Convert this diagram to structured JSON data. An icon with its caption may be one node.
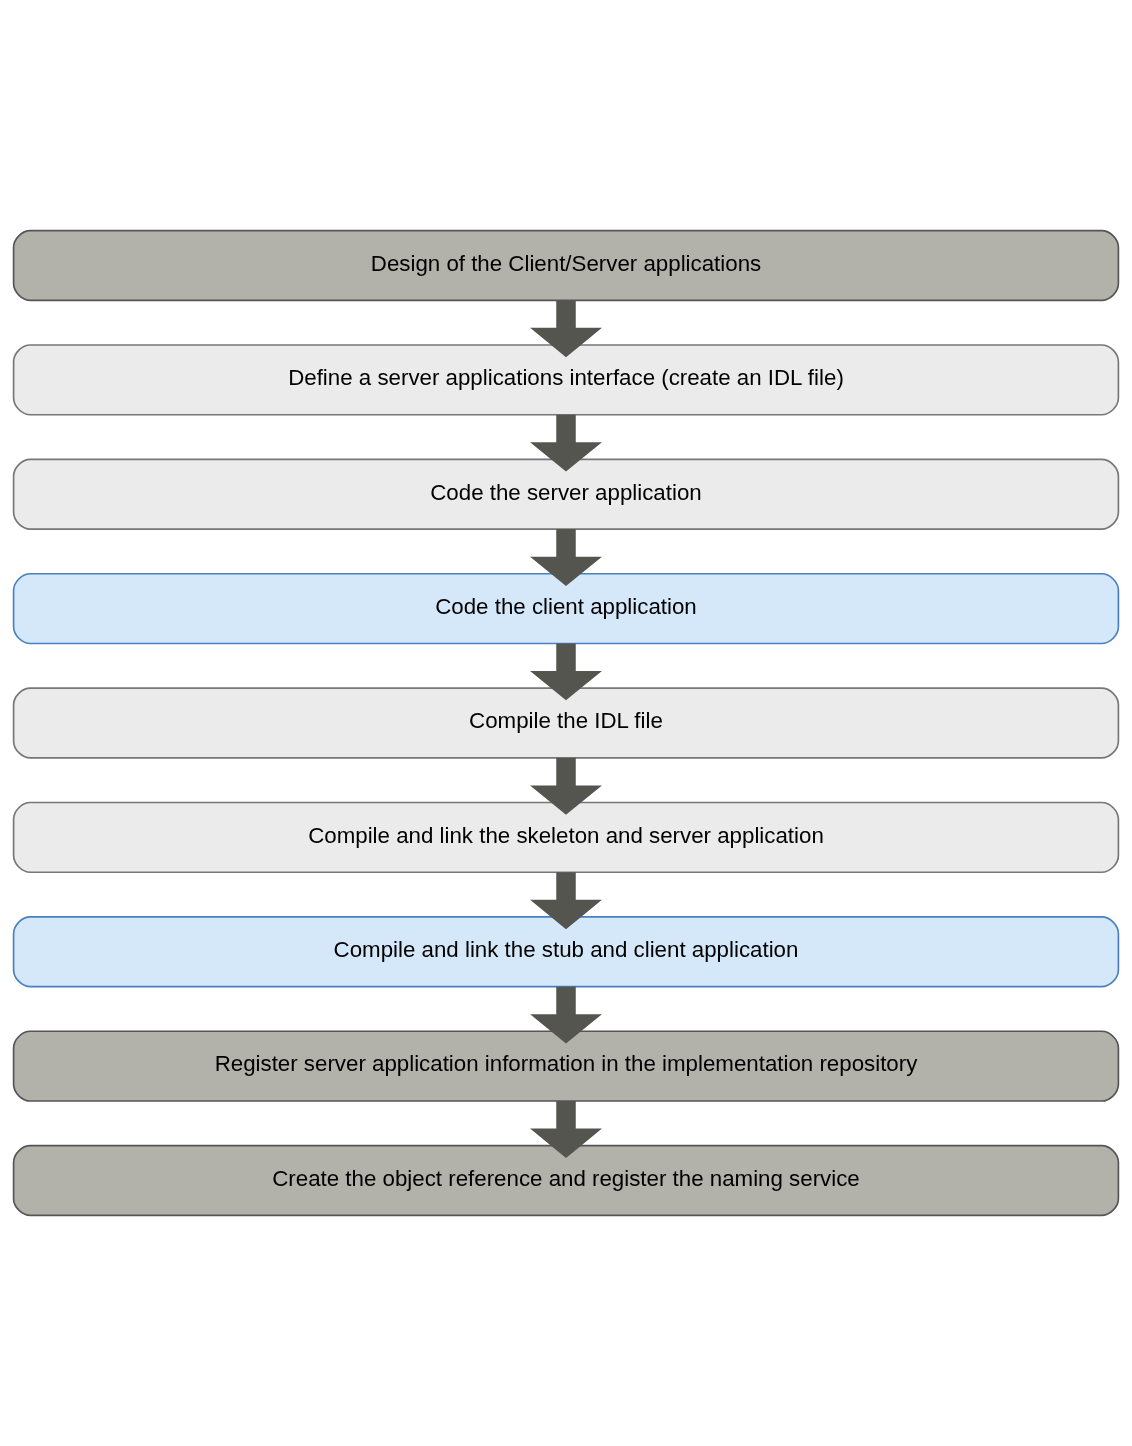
{
  "diagram": {
    "nodes": [
      {
        "text": [
          "Design of the Client/Server applications"
        ]
      },
      {
        "text": [
          "Define a server applications interface (create an IDL file)"
        ]
      },
      {
        "text": [
          "Code the server application"
        ]
      },
      {
        "text": [
          "Code the client application"
        ]
      },
      {
        "text": [
          "Compile the IDL file"
        ]
      },
      {
        "text": [
          "Compile and link the skeleton and server application"
        ]
      },
      {
        "text": [
          "Compile and link the stub and client application"
        ]
      },
      {
        "text": [
          "Register server application information in the implementation repository"
        ]
      },
      {
        "text": [
          "Create the object reference and register the naming service"
        ]
      }
    ],
    "edges": [
      {
        "from": 0,
        "to": 1,
        "arrow": "to"
      },
      {
        "from": 1,
        "to": 2,
        "arrow": "to"
      },
      {
        "from": 2,
        "to": 3,
        "arrow": "to"
      },
      {
        "from": 3,
        "to": 4,
        "arrow": "to"
      },
      {
        "from": 4,
        "to": 5,
        "arrow": "to"
      },
      {
        "from": 5,
        "to": 6,
        "arrow": "to"
      },
      {
        "from": 6,
        "to": 7,
        "arrow": "to"
      },
      {
        "from": 7,
        "to": 8,
        "arrow": "to"
      }
    ]
  }
}
